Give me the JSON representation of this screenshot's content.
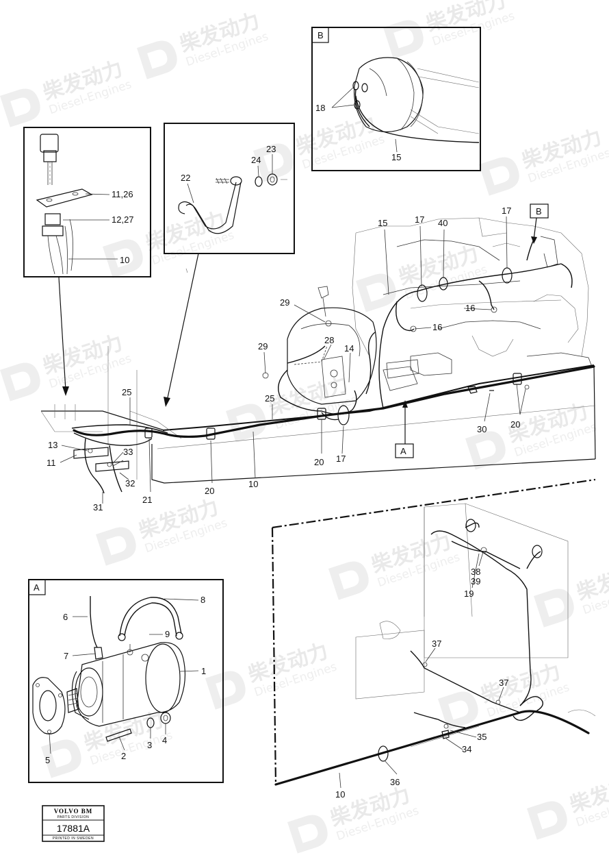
{
  "watermark": {
    "brand_cn": "柴发动力",
    "brand_en": "Diesel-Engines"
  },
  "insets": {
    "a": {
      "tag": "A",
      "labels": [
        "1",
        "2",
        "3",
        "4",
        "5",
        "6",
        "7",
        "8",
        "9"
      ]
    },
    "b": {
      "tag": "B",
      "labels": [
        "18",
        "15"
      ]
    },
    "upper_left": {
      "labels": [
        "11,26",
        "12,27",
        "10"
      ]
    },
    "upper_mid": {
      "labels": [
        "22",
        "24",
        "23"
      ]
    }
  },
  "main": {
    "callout_a": "A",
    "callout_b": "B",
    "labels": [
      "15",
      "17",
      "40",
      "17",
      "29",
      "16",
      "16",
      "28",
      "29",
      "14",
      "25",
      "25",
      "13",
      "11",
      "33",
      "32",
      "31",
      "21",
      "20",
      "10",
      "20",
      "17",
      "30",
      "20"
    ]
  },
  "lower": {
    "labels": [
      "38",
      "39",
      "19",
      "37",
      "37",
      "35",
      "34",
      "36",
      "10"
    ]
  },
  "stamp": {
    "brand": "VOLVO BM",
    "division": "PARTS DIVISION",
    "number": "17881A",
    "printed": "PRINTED IN SWEDEN"
  }
}
